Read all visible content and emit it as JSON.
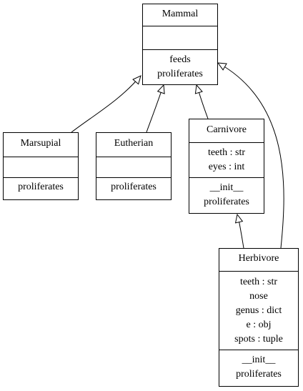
{
  "nodes": {
    "mammal": {
      "name": "Mammal",
      "attributes": [],
      "methods": [
        "feeds",
        "proliferates"
      ]
    },
    "marsupial": {
      "name": "Marsupial",
      "attributes": [],
      "methods": [
        "proliferates"
      ]
    },
    "eutherian": {
      "name": "Eutherian",
      "attributes": [],
      "methods": [
        "proliferates"
      ]
    },
    "carnivore": {
      "name": "Carnivore",
      "attributes": [
        "teeth : str",
        "eyes : int"
      ],
      "methods": [
        "__init__",
        "proliferates"
      ]
    },
    "herbivore": {
      "name": "Herbivore",
      "attributes": [
        "teeth : str",
        "nose",
        "genus : dict",
        "e : obj",
        "spots : tuple"
      ],
      "methods": [
        "__init__",
        "proliferates"
      ]
    }
  },
  "edges": [
    {
      "from": "Marsupial",
      "to": "Mammal",
      "kind": "inheritance"
    },
    {
      "from": "Eutherian",
      "to": "Mammal",
      "kind": "inheritance"
    },
    {
      "from": "Carnivore",
      "to": "Mammal",
      "kind": "inheritance"
    },
    {
      "from": "Herbivore",
      "to": "Mammal",
      "kind": "inheritance"
    },
    {
      "from": "Herbivore",
      "to": "Carnivore",
      "kind": "inheritance"
    }
  ],
  "colors": {
    "stroke": "#000000",
    "fill": "#ffffff",
    "text": "#000000"
  }
}
